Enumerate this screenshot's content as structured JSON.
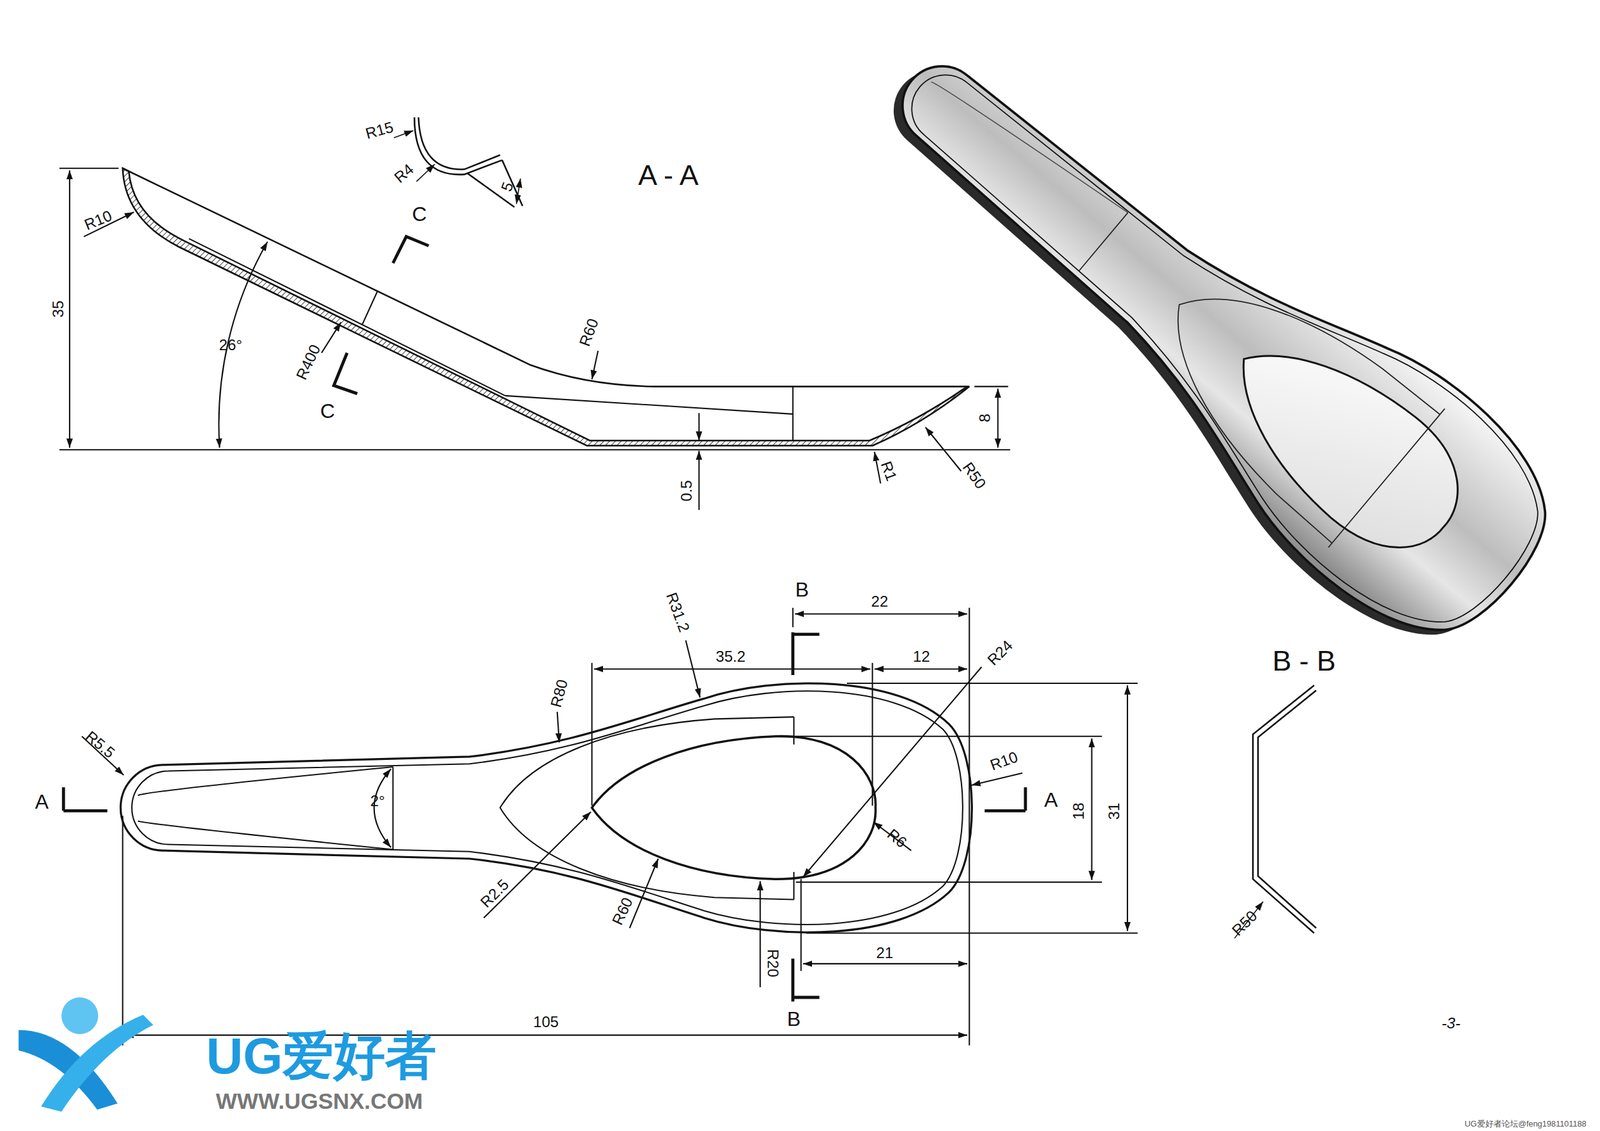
{
  "diagram": {
    "labels": [
      "R15",
      "R4",
      "5",
      "A - A",
      "C",
      "R10",
      "35",
      "26°",
      "R400",
      "C",
      "R60",
      "0.5",
      "R1",
      "R50",
      "8",
      "R31.2",
      "B",
      "22",
      "35.2",
      "12",
      "R24",
      "R80",
      "R5.5",
      "A",
      "2°",
      "A",
      "R10",
      "18",
      "31",
      "R6",
      "R2.5",
      "R60",
      "R20",
      "21",
      "B",
      "105",
      "B - B",
      "R50",
      "-3-",
      "UG爱好者",
      "WWW.UGSNX.COM",
      "UG爱好者论坛@feng1981101188"
    ]
  }
}
